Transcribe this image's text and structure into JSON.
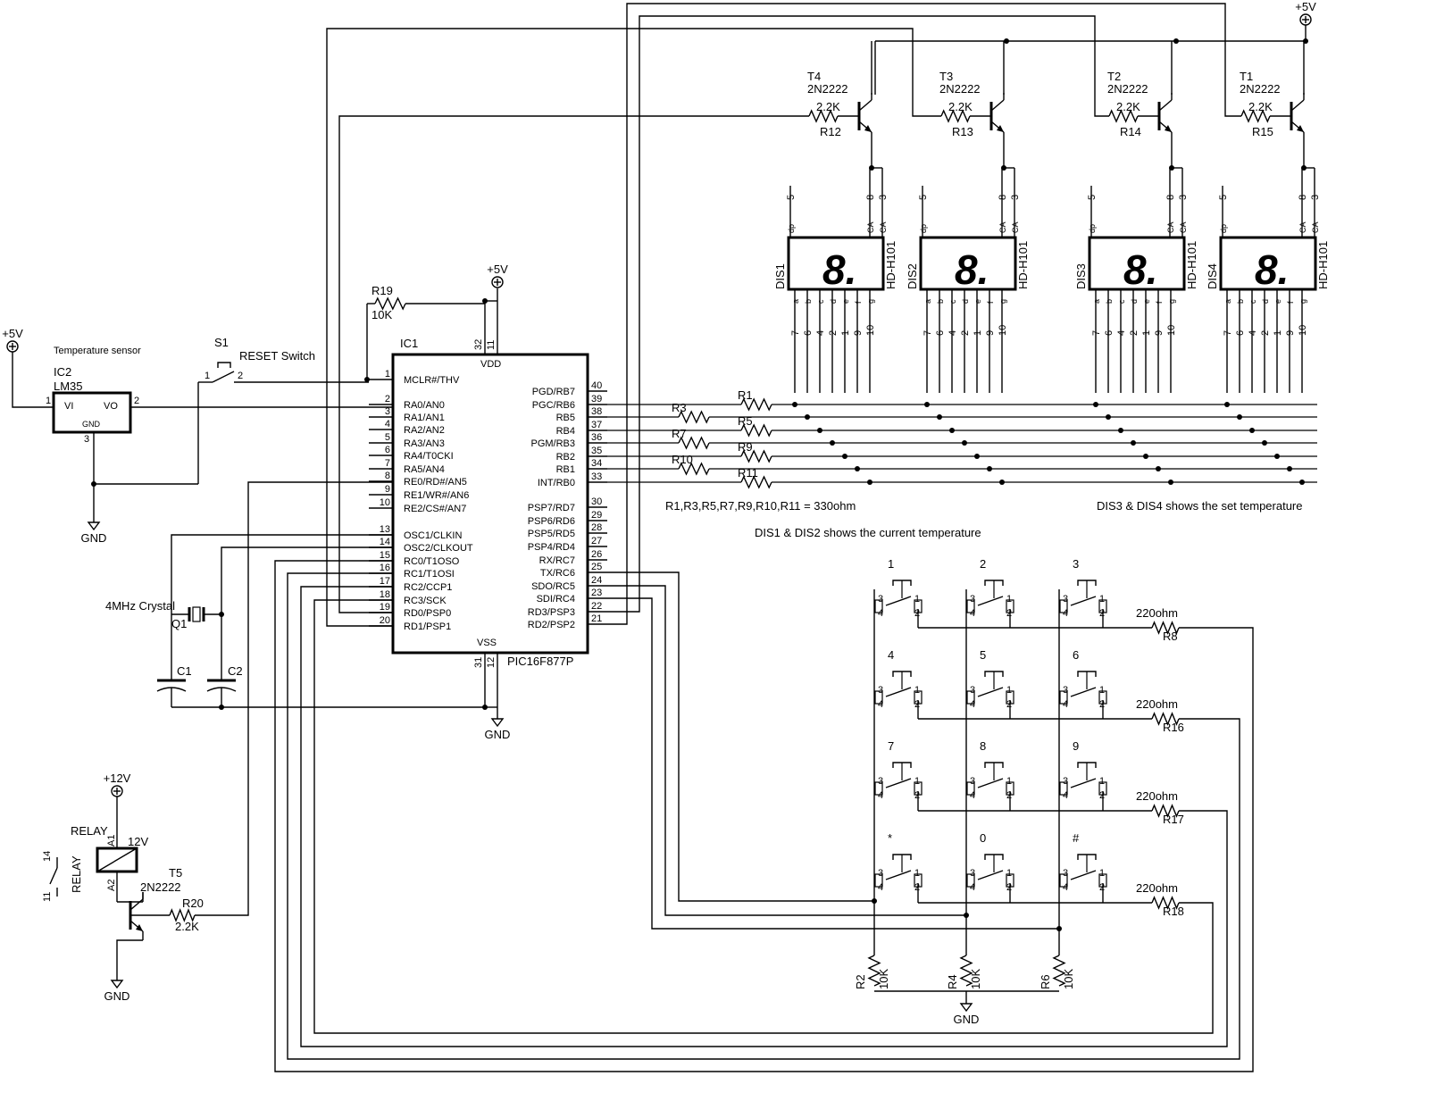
{
  "power": {
    "vcc5": "+5V",
    "vcc12": "+12V",
    "gnd": "GND"
  },
  "mcu": {
    "ref": "IC1",
    "part": "PIC16F877P",
    "vdd": "VDD",
    "vss": "VSS",
    "vdd_pins": [
      "32",
      "11"
    ],
    "vss_pins": [
      "31",
      "12"
    ],
    "left_pins": [
      {
        "num": "1",
        "name": "MCLR#/THV"
      },
      {
        "num": "2",
        "name": "RA0/AN0"
      },
      {
        "num": "3",
        "name": "RA1/AN1"
      },
      {
        "num": "4",
        "name": "RA2/AN2"
      },
      {
        "num": "5",
        "name": "RA3/AN3"
      },
      {
        "num": "6",
        "name": "RA4/T0CKI"
      },
      {
        "num": "7",
        "name": "RA5/AN4"
      },
      {
        "num": "8",
        "name": "RE0/RD#/AN5"
      },
      {
        "num": "9",
        "name": "RE1/WR#/AN6"
      },
      {
        "num": "10",
        "name": "RE2/CS#/AN7"
      },
      {
        "num": "13",
        "name": "OSC1/CLKIN"
      },
      {
        "num": "14",
        "name": "OSC2/CLKOUT"
      },
      {
        "num": "15",
        "name": "RC0/T1OSO"
      },
      {
        "num": "16",
        "name": "RC1/T1OSI"
      },
      {
        "num": "17",
        "name": "RC2/CCP1"
      },
      {
        "num": "18",
        "name": "RC3/SCK"
      },
      {
        "num": "19",
        "name": "RD0/PSP0"
      },
      {
        "num": "20",
        "name": "RD1/PSP1"
      }
    ],
    "right_pins": [
      {
        "num": "40",
        "name": "PGD/RB7"
      },
      {
        "num": "39",
        "name": "PGC/RB6"
      },
      {
        "num": "38",
        "name": "RB5"
      },
      {
        "num": "37",
        "name": "RB4"
      },
      {
        "num": "36",
        "name": "PGM/RB3"
      },
      {
        "num": "35",
        "name": "RB2"
      },
      {
        "num": "34",
        "name": "RB1"
      },
      {
        "num": "33",
        "name": "INT/RB0"
      },
      {
        "num": "30",
        "name": "PSP7/RD7"
      },
      {
        "num": "29",
        "name": "PSP6/RD6"
      },
      {
        "num": "28",
        "name": "PSP5/RD5"
      },
      {
        "num": "27",
        "name": "PSP4/RD4"
      },
      {
        "num": "26",
        "name": "RX/RC7"
      },
      {
        "num": "25",
        "name": "TX/RC6"
      },
      {
        "num": "24",
        "name": "SDO/RC5"
      },
      {
        "num": "23",
        "name": "SDI/RC4"
      },
      {
        "num": "22",
        "name": "RD3/PSP3"
      },
      {
        "num": "21",
        "name": "RD2/PSP2"
      }
    ]
  },
  "reset": {
    "r19": "R19",
    "r19_val": "10K",
    "s1": "S1",
    "s1_label": "RESET Switch",
    "pin1": "1",
    "pin2": "2"
  },
  "sensor": {
    "title": "Temperature sensor",
    "ref": "IC2",
    "part": "LM35",
    "vi": "VI",
    "vo": "VO",
    "gnd": "GND",
    "p1": "1",
    "p2": "2",
    "p3": "3"
  },
  "crystal": {
    "label": "4MHz Crystal",
    "ref": "Q1",
    "c1": "C1",
    "c2": "C2"
  },
  "relay": {
    "title": "RELAY",
    "coil": "12V",
    "a1": "A1",
    "a2": "A2",
    "contact": "RELAY",
    "c14": "14",
    "c11": "11",
    "t5": "T5",
    "t5_part": "2N2222",
    "r20": "R20",
    "r20_val": "2.2K"
  },
  "transistors": [
    {
      "ref": "T4",
      "part": "2N2222",
      "res": "R12",
      "val": "2.2K"
    },
    {
      "ref": "T3",
      "part": "2N2222",
      "res": "R13",
      "val": "2.2K"
    },
    {
      "ref": "T2",
      "part": "2N2222",
      "res": "R14",
      "val": "2.2K"
    },
    {
      "ref": "T1",
      "part": "2N2222",
      "res": "R15",
      "val": "2.2K"
    }
  ],
  "displays": [
    {
      "ref": "DIS1",
      "part": "HD-H101",
      "digit": "8."
    },
    {
      "ref": "DIS2",
      "part": "HD-H101",
      "digit": "8."
    },
    {
      "ref": "DIS3",
      "part": "HD-H101",
      "digit": "8."
    },
    {
      "ref": "DIS4",
      "part": "HD-H101",
      "digit": "8."
    }
  ],
  "display_pins": {
    "top_nums": [
      "5",
      "8",
      "3"
    ],
    "top_names": [
      "dp",
      "CA",
      "CA"
    ],
    "seg_names": [
      "a",
      "b",
      "c",
      "d",
      "e",
      "f",
      "g"
    ],
    "seg_nums": [
      "7",
      "6",
      "4",
      "2",
      "1",
      "9",
      "10"
    ]
  },
  "seg_resistors": {
    "left": [
      "R3",
      "R7",
      "R10"
    ],
    "right": [
      "R1",
      "R5",
      "R9",
      "R11"
    ]
  },
  "notes": {
    "resistors": "R1,R3,R5,R7,R9,R10,R11 = 330ohm",
    "dis_current": "DIS1 & DIS2 shows the current temperature",
    "dis_set": "DIS3 & DIS4 shows the set temperature"
  },
  "keypad": {
    "keys": [
      "1",
      "2",
      "3",
      "4",
      "5",
      "6",
      "7",
      "8",
      "9",
      "*",
      "0",
      "#"
    ],
    "sw_pins": [
      "3",
      "4",
      "1",
      "2"
    ],
    "row_res": [
      "R8",
      "R16",
      "R17",
      "R18"
    ],
    "row_val": "220ohm",
    "pulldowns": [
      "R2",
      "R4",
      "R6"
    ],
    "pulldown_val": "10K"
  }
}
